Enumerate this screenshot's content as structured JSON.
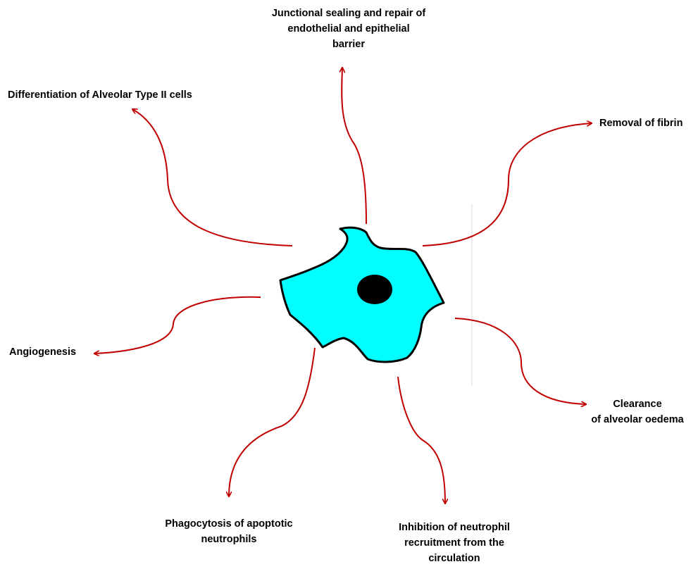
{
  "labels": {
    "junctional": [
      "Junctional sealing and repair of",
      "endothelial and epithelial",
      "barrier"
    ],
    "differentiation": "Differentiation of Alveolar Type  II cells",
    "fibrin": "Removal of fibrin",
    "angiogenesis": "Angiogenesis",
    "clearance": [
      "Clearance",
      "of alveolar oedema"
    ],
    "phagocytosis": [
      "Phagocytosis of apoptotic",
      "neutrophils"
    ],
    "inhibition": [
      "Inhibition of neutrophil",
      "recruitment from the",
      "circulation"
    ]
  },
  "colors": {
    "arrow": "#c00000",
    "cell_fill": "#00ffff",
    "cell_stroke": "#000000",
    "nucleus": "#000000",
    "divider": "#d9d9d9"
  }
}
